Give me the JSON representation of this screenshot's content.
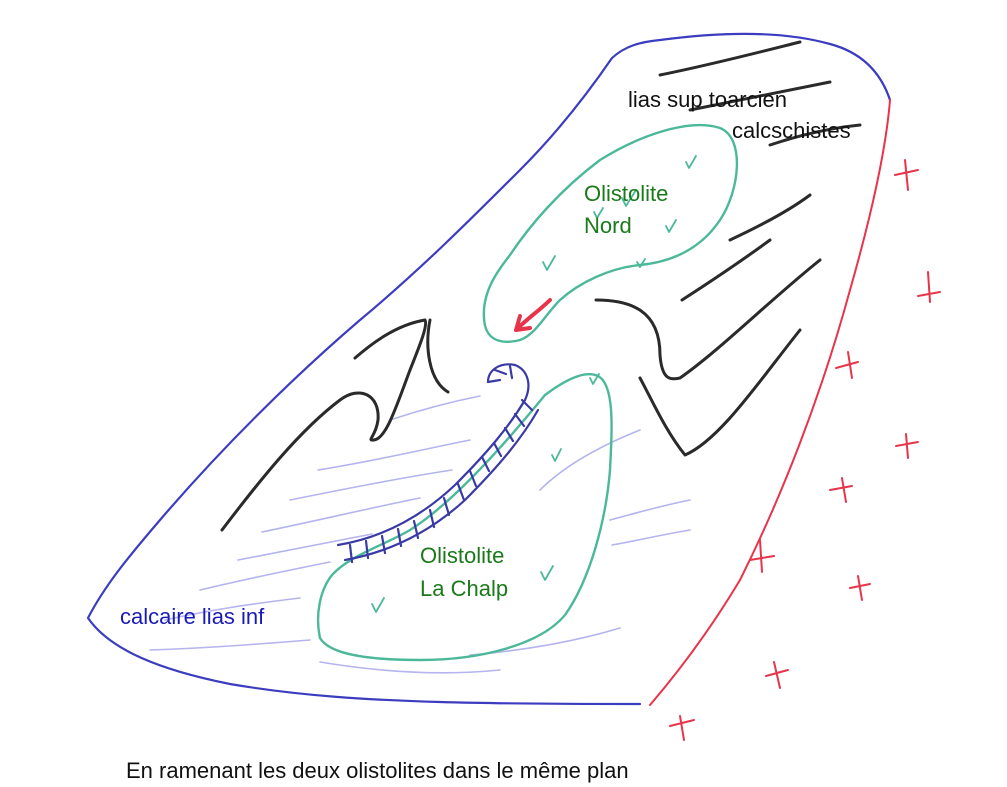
{
  "labels": {
    "lias_sup": "lias sup toarcien",
    "calcschistes": "calcschistes",
    "olistolite_nord_line1": "Olistolite",
    "olistolite_nord_line2": "Nord",
    "olistolite_lachalp_line1": "Olistolite",
    "olistolite_lachalp_line2": "La Chalp",
    "calcaire": "calcaire lias inf",
    "caption": "En ramenant les deux olistolites dans le même plan"
  },
  "colors": {
    "outline": "#3c3cc0",
    "fault": "#e8344a",
    "olistolite": "#4cb89a",
    "schist": "#2a2a2a",
    "bedding": "#b4b4ee",
    "hatch": "#3a3aa6",
    "granite_cross": "#e8344a",
    "tick": "#4cb89a"
  },
  "icons": {
    "granite": "red-cross-marks",
    "olistolite_texture": "green-check-marks",
    "fold": "hatched-folded-layer",
    "arrow": "red-arrow-mark"
  }
}
